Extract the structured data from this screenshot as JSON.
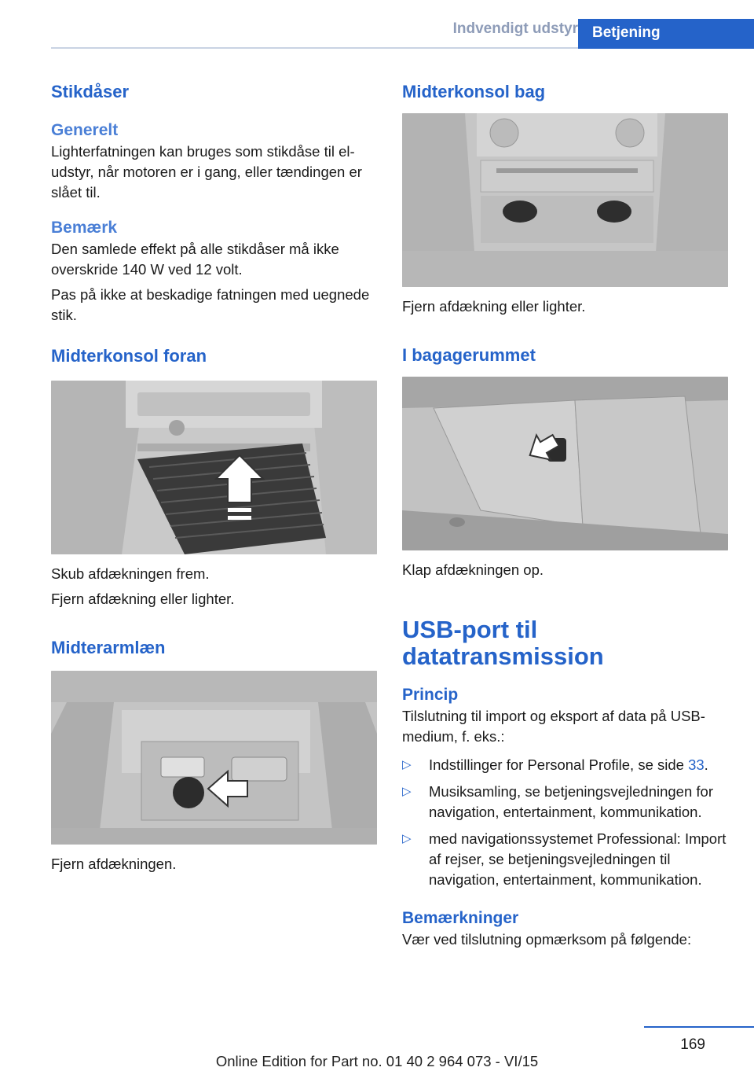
{
  "header": {
    "section": "Indvendigt udstyr",
    "chapter": "Betjening"
  },
  "left": {
    "title": "Stikdåser",
    "general_heading": "Generelt",
    "general_text": "Lighterfatningen kan bruges som stikdåse til el-udstyr, når motoren er i gang, eller tænding­en er slået til.",
    "note_heading": "Bemærk",
    "note_text1": "Den samlede effekt på alle stikdåser må ikke overskride 140 W ved 12 volt.",
    "note_text2": "Pas på ikke at beskadige fatningen med ueg­nede stik.",
    "front_heading": "Midterkonsol foran",
    "front_caption1": "Skub afdækningen frem.",
    "front_caption2": "Fjern afdækning eller lighter.",
    "armrest_heading": "Midterarmlæn",
    "armrest_caption": "Fjern afdækningen."
  },
  "right": {
    "rear_heading": "Midterkonsol bag",
    "rear_caption": "Fjern afdækning eller lighter.",
    "trunk_heading": "I bagagerummet",
    "trunk_caption": "Klap afdækningen op.",
    "usb_heading": "USB-port til datatransmission",
    "principle_heading": "Princip",
    "principle_text": "Tilslutning til import og eksport af data på USB-medium, f. eks.:",
    "bullets": [
      {
        "text": "Indstillinger for Personal Profile, se side ",
        "link": "33",
        "after": "."
      },
      {
        "text": "Musiksamling, se betjeningsvejledningen for navigation, entertainment, kommunika­tion.",
        "link": "",
        "after": ""
      },
      {
        "text": "med navigationssystemet Professional: Im­port af rejser, se betjeningsvejledningen til navigation, entertainment, kommunikation.",
        "link": "",
        "after": ""
      }
    ],
    "notes_heading": "Bemærkninger",
    "notes_text": "Vær ved tilslutning opmærksom på følgende:"
  },
  "bullet_glyph": "▷",
  "page_number": "169",
  "footer": "Online Edition for Part no. 01 40 2 964 073 - VI/15"
}
